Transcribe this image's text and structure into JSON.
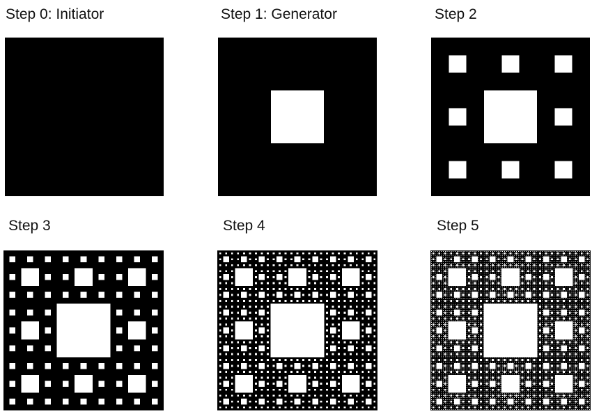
{
  "colors": {
    "fill": "#000000",
    "hole": "#ffffff"
  },
  "panels": [
    {
      "label": "Step 0: Initiator",
      "depth": 0
    },
    {
      "label": "Step 1: Generator",
      "depth": 1
    },
    {
      "label": "Step 2",
      "depth": 2
    },
    {
      "label": "Step 3",
      "depth": 3
    },
    {
      "label": "Step 4",
      "depth": 4
    },
    {
      "label": "Step 5",
      "depth": 5
    }
  ]
}
